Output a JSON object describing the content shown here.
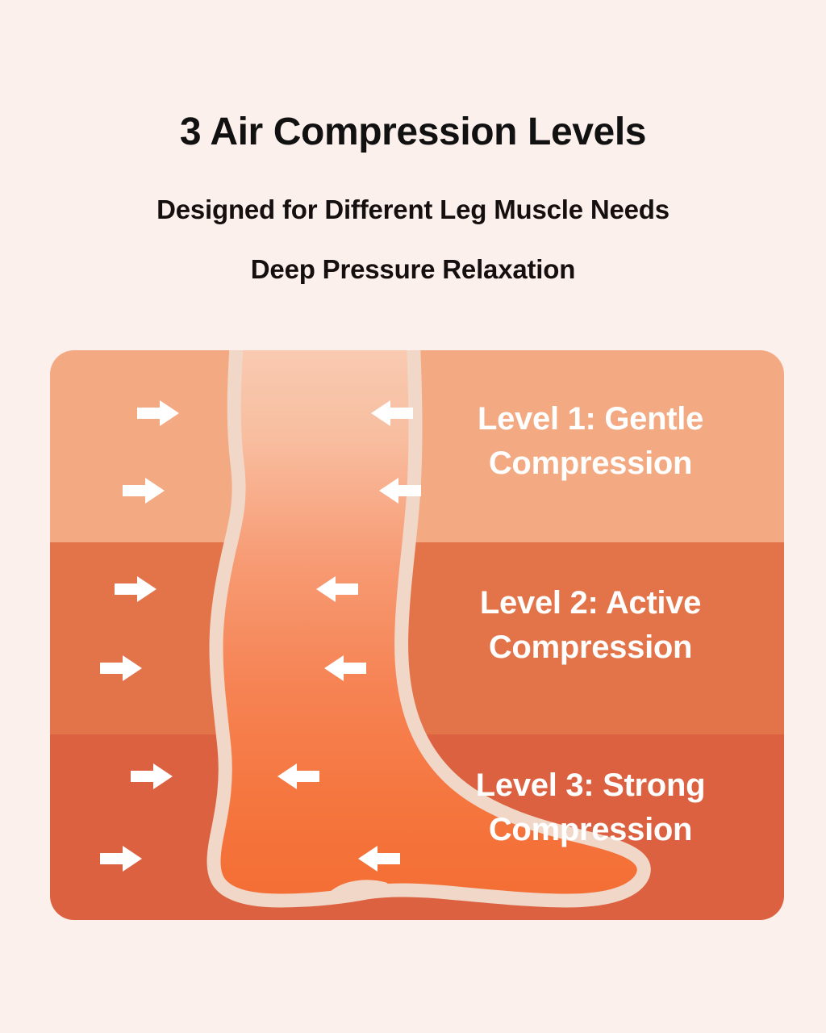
{
  "headings": {
    "title": "3 Air Compression Levels",
    "subtitle": "Designed for Different Leg Muscle Needs",
    "subtitle2": "Deep Pressure Relaxation"
  },
  "card": {
    "levels": [
      {
        "id": "level-1",
        "label": "Level 1: Gentle Compression",
        "band_color": "#F3A981",
        "arrow_pairs": 2
      },
      {
        "id": "level-2",
        "label": "Level 2: Active Compression",
        "band_color": "#E3744A",
        "arrow_pairs": 2
      },
      {
        "id": "level-3",
        "label": "Level 3: Strong Compression",
        "band_color": "#DC6140",
        "arrow_pairs": 2
      }
    ],
    "illustration": {
      "name": "leg-silhouette",
      "outline_color": "#F0D4C4",
      "fill_gradient_top": "#F8C6AE",
      "fill_gradient_bottom": "#F4703A"
    },
    "arrow_color": "#FFFFFF"
  },
  "colors": {
    "background": "#FCF0EC",
    "heading_text": "#111111",
    "label_text": "#FFFFFF"
  }
}
